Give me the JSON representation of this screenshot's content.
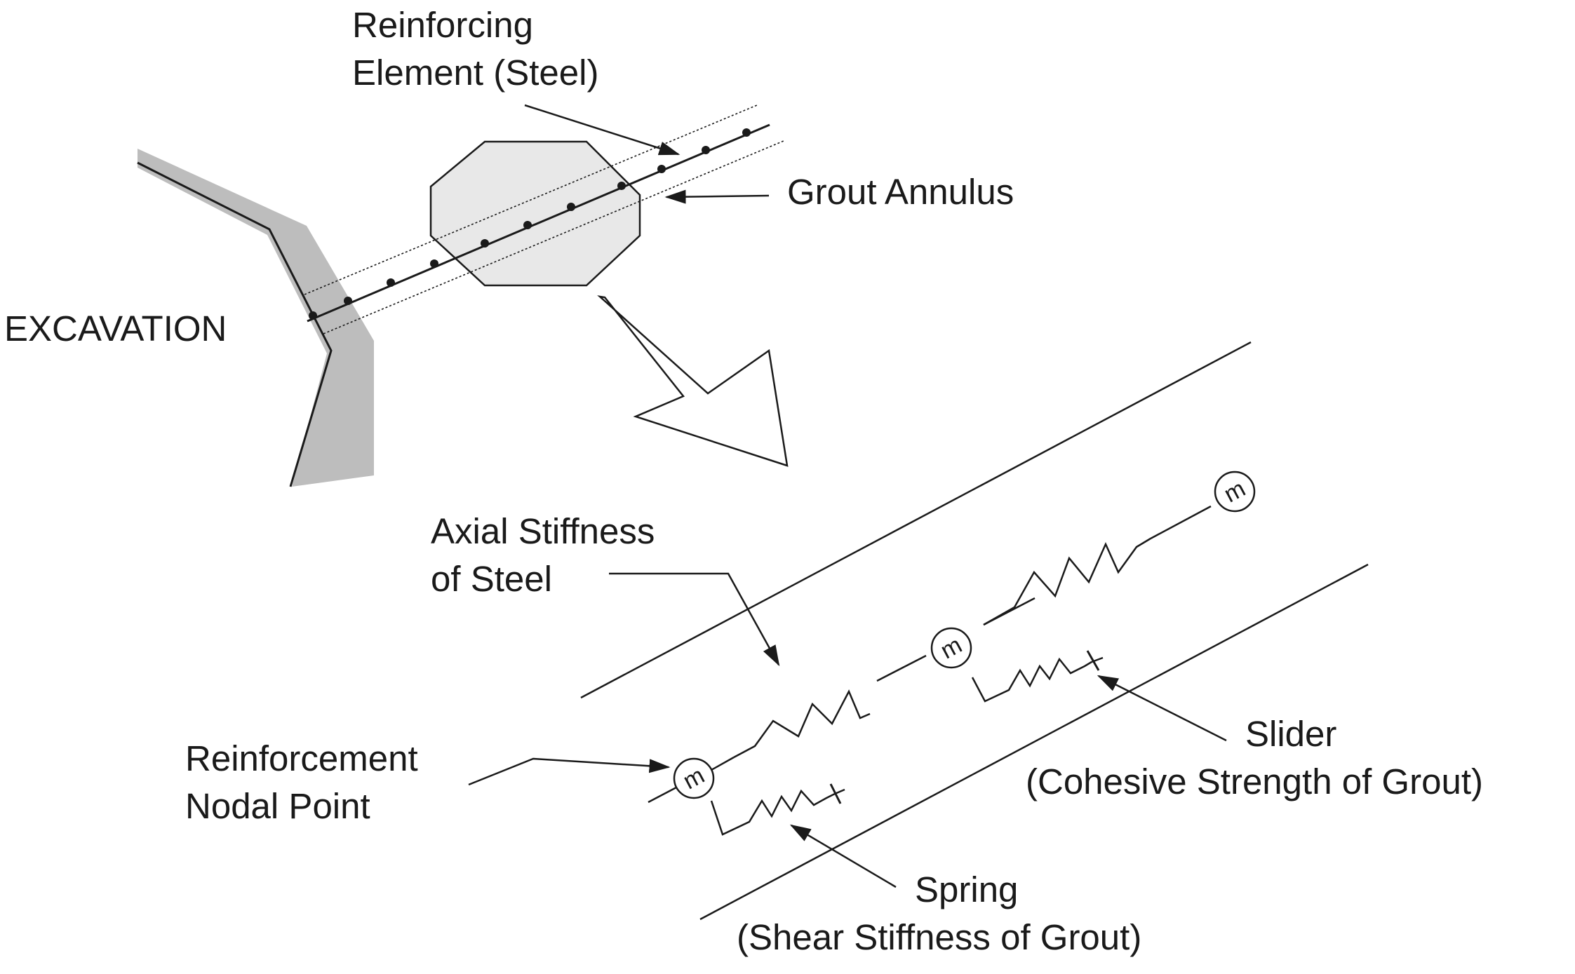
{
  "labels": {
    "reinforcing_element_line1": "Reinforcing",
    "reinforcing_element_line2": "Element (Steel)",
    "grout_annulus": "Grout Annulus",
    "excavation": "EXCAVATION",
    "axial_stiffness_line1": "Axial Stiffness",
    "axial_stiffness_line2": "of Steel",
    "reinforcement_nodal_line1": "Reinforcement",
    "reinforcement_nodal_line2": "Nodal Point",
    "slider_line1": "Slider",
    "slider_line2": "(Cohesive Strength of Grout)",
    "spring_line1": "Spring",
    "spring_line2": "(Shear Stiffness of Grout)"
  },
  "mass_symbol": "m",
  "colors": {
    "ink": "#1a1a1a",
    "rock_fill": "#bdbdbd",
    "grout_fill": "#e8e8e8",
    "arrow_fill": "#ffffff"
  }
}
